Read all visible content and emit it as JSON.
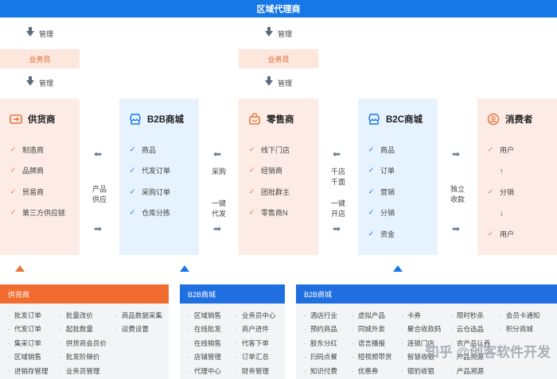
{
  "header": {
    "title": "区域代理商"
  },
  "management_flow": {
    "manage_label": "管理",
    "salesperson_label": "业务员"
  },
  "columns": [
    {
      "title": "供货商",
      "icon": "truck-icon",
      "items": [
        "制造商",
        "品牌商",
        "贸易商",
        "第三方供应链"
      ]
    },
    {
      "title": "B2B商城",
      "icon": "store-icon",
      "items": [
        "商品",
        "代发订单",
        "采购订单",
        "仓库分拣"
      ]
    },
    {
      "title": "零售商",
      "icon": "shop-bag-icon",
      "items": [
        "线下门店",
        "经销商",
        "团批群主",
        "零售商N"
      ]
    },
    {
      "title": "B2C商城",
      "icon": "store-icon",
      "items": [
        "商品",
        "订单",
        "营销",
        "分销",
        "资金"
      ]
    },
    {
      "title": "消费者",
      "icon": "user-icon",
      "items": [
        "用户",
        "↑",
        "分销",
        "↓",
        "用户"
      ]
    }
  ],
  "connectors": [
    {
      "label_line1": "产品",
      "label_line2": "供应"
    },
    {
      "label_line1": "采购",
      "label_line2": "",
      "label2_line1": "一键",
      "label2_line2": "代发"
    },
    {
      "label_line1": "千店",
      "label_line2": "千面",
      "label2_line1": "一键",
      "label2_line2": "开店"
    },
    {
      "label_line1": "独立",
      "label_line2": "收款"
    }
  ],
  "panels": [
    {
      "title": "供货商",
      "color": "#f26b2f",
      "cells": [
        "批发订单",
        "批量改价",
        "商品数据采集",
        "代发订单",
        "起批数量",
        "运费设置",
        "集采订单",
        "供货商会员价",
        "",
        "区域销售",
        "批发阶梯价",
        "",
        "进销存管理",
        "业务员管理",
        ""
      ]
    },
    {
      "title": "B2B商城",
      "color": "#1f6fe0",
      "cells": [
        "区域销售",
        "业务员中心",
        "在线批发",
        "商户进件",
        "在线销售",
        "代客下单",
        "店铺管理",
        "订单汇总",
        "代理中心",
        "财务管理"
      ]
    },
    {
      "title": "B2B商城",
      "color": "#1f6fe0",
      "cells": [
        "酒店行业",
        "虚拟产品",
        "卡券",
        "限时秒杀",
        "会员卡通知",
        "预约商品",
        "同城外卖",
        "聚合收款码",
        "云仓选品",
        "积分商城",
        "股东分红",
        "语言播报",
        "连锁门店",
        "农产品认养",
        "",
        "扫码点餐",
        "短视频带货",
        "智慧收银",
        "产品溯源",
        "",
        "知识付费",
        "优惠券",
        "银豹收银",
        "产品溯源",
        ""
      ]
    }
  ],
  "watermark": {
    "text": "知乎 @创客软件开发"
  }
}
